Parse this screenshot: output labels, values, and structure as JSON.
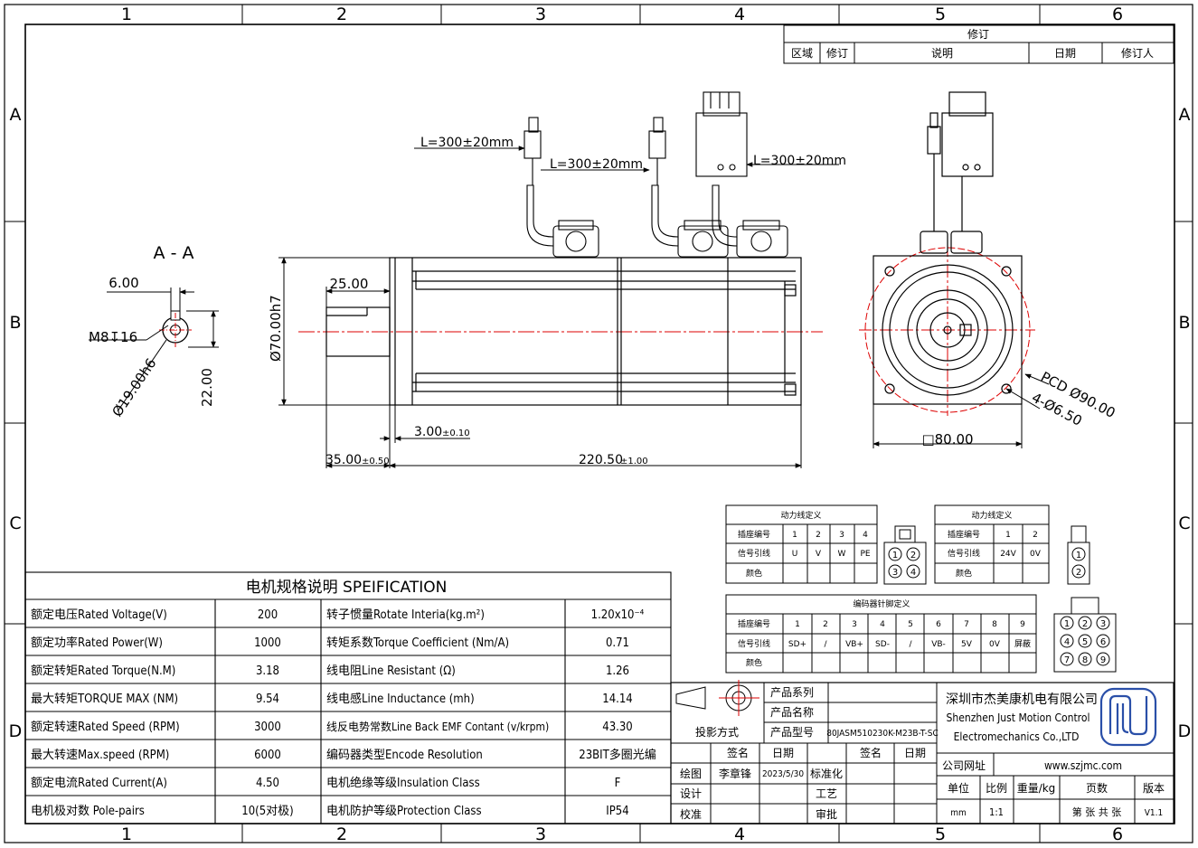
{
  "frame": {
    "col_numbers": [
      "1",
      "2",
      "3",
      "4",
      "5",
      "6"
    ],
    "row_letters": [
      "A",
      "B",
      "C",
      "D"
    ]
  },
  "revision": {
    "title": "修订",
    "headers": [
      "区域",
      "修订",
      "说明",
      "日期",
      "修订人"
    ]
  },
  "section": {
    "title": "A - A",
    "dim_key": "6.00",
    "dim_thread": "M8↧16",
    "dim_shaft": "Ø19.00h6",
    "dim_height": "22.00"
  },
  "side_view": {
    "cable_1": "L=300±20mm",
    "cable_2": "L=300±20mm",
    "cable_3": "L=300±20mm",
    "dim_shaft_len": "25.00",
    "dim_dia": "Ø70.00h7",
    "dim_flange": "3.00",
    "dim_flange_tol": "±0.10",
    "dim_ext": "35.00",
    "dim_ext_tol": "±0.50",
    "dim_total": "220.50",
    "dim_total_tol": "±1.00"
  },
  "front_view": {
    "pcd": "PCD Ø90.00",
    "holes": "4-Ø6.50",
    "square": "□80.00"
  },
  "power_table": {
    "title": "动力线定义",
    "rows": [
      {
        "label": "插座编号",
        "cells": [
          "1",
          "2",
          "3",
          "4"
        ]
      },
      {
        "label": "信号引线",
        "cells": [
          "U",
          "V",
          "W",
          "PE"
        ]
      },
      {
        "label": "颜色",
        "cells": [
          "",
          "",
          "",
          ""
        ]
      }
    ],
    "pins": [
      "1",
      "2",
      "3",
      "4"
    ]
  },
  "brake_table": {
    "title": "动力线定义",
    "rows": [
      {
        "label": "插座编号",
        "cells": [
          "1",
          "2"
        ]
      },
      {
        "label": "信号引线",
        "cells": [
          "24V",
          "0V"
        ]
      },
      {
        "label": "颜色",
        "cells": [
          "",
          ""
        ]
      }
    ],
    "pins": [
      "1",
      "2"
    ]
  },
  "encoder_table": {
    "title": "编码器针脚定义",
    "rows": [
      {
        "label": "插座编号",
        "cells": [
          "1",
          "2",
          "3",
          "4",
          "5",
          "6",
          "7",
          "8",
          "9"
        ]
      },
      {
        "label": "信号引线",
        "cells": [
          "SD+",
          "/",
          "VB+",
          "SD-",
          "/",
          "VB-",
          "5V",
          "0V",
          "屏蔽"
        ]
      },
      {
        "label": "颜色",
        "cells": [
          "",
          "",
          "",
          "",
          "",
          "",
          "",
          "",
          ""
        ]
      }
    ],
    "pins": [
      "1",
      "2",
      "3",
      "4",
      "5",
      "6",
      "7",
      "8",
      "9"
    ]
  },
  "spec": {
    "title": "电机规格说明 SPEIFICATION",
    "rows": [
      {
        "l1": "额定电压Rated Voltage(V)",
        "v1": "200",
        "l2": "转子惯量Rotate Interia(kg.m²)",
        "v2": "1.20x10⁻⁴"
      },
      {
        "l1": "额定功率Rated Power(W)",
        "v1": "1000",
        "l2": "转矩系数Torque Coefficient (Nm/A)",
        "v2": "0.71"
      },
      {
        "l1": "额定转矩Rated Torque(N.M)",
        "v1": "3.18",
        "l2": "线电阻Line Resistant (Ω)",
        "v2": "1.26"
      },
      {
        "l1": "最大转矩TORQUE MAX (NM)",
        "v1": "9.54",
        "l2": "线电感Line Inductance (mh)",
        "v2": "14.14"
      },
      {
        "l1": "额定转速Rated Speed (RPM)",
        "v1": "3000",
        "l2": "线反电势常数Line Back EMF Contant (v/krpm)",
        "v2": "43.30"
      },
      {
        "l1": "最大转速Max.speed (RPM)",
        "v1": "6000",
        "l2": "编码器类型Encode Resolution",
        "v2": "23BIT多圈光编"
      },
      {
        "l1": "额定电流Rated Current(A)",
        "v1": "4.50",
        "l2": "电机绝缘等级Insulation Class",
        "v2": "F"
      },
      {
        "l1": "电机极对数 Pole-pairs",
        "v1": "10(5对极)",
        "l2": "电机防护等级Protection Class",
        "v2": "IP54"
      }
    ]
  },
  "title_block": {
    "product_series": "产品系列",
    "product_name": "产品名称",
    "projection": "投影方式",
    "product_model": "产品型号",
    "model_value": "80JASM510230K-M23B-T-SC",
    "sign": "签名",
    "date": "日期",
    "sign2": "签名",
    "date2": "日期",
    "drawn": "绘图",
    "drawn_by": "李章锋",
    "drawn_date": "2023/5/30",
    "standard": "标准化",
    "design": "设计",
    "process": "工艺",
    "check": "校准",
    "approve": "审批",
    "company_cn": "深圳市杰美康机电有限公司",
    "company_en1": "Shenzhen Just Motion Control",
    "company_en2": "Electromechanics Co.,LTD",
    "website_label": "公司网址",
    "website": "www.szjmc.com",
    "unit": "单位",
    "scale": "比例",
    "weight": "重量/kg",
    "pages": "页数",
    "version": "版本",
    "unit_val": "mm",
    "scale_val": "1:1",
    "pages_val": "第 张 共 张",
    "version_val": "V1.1"
  }
}
